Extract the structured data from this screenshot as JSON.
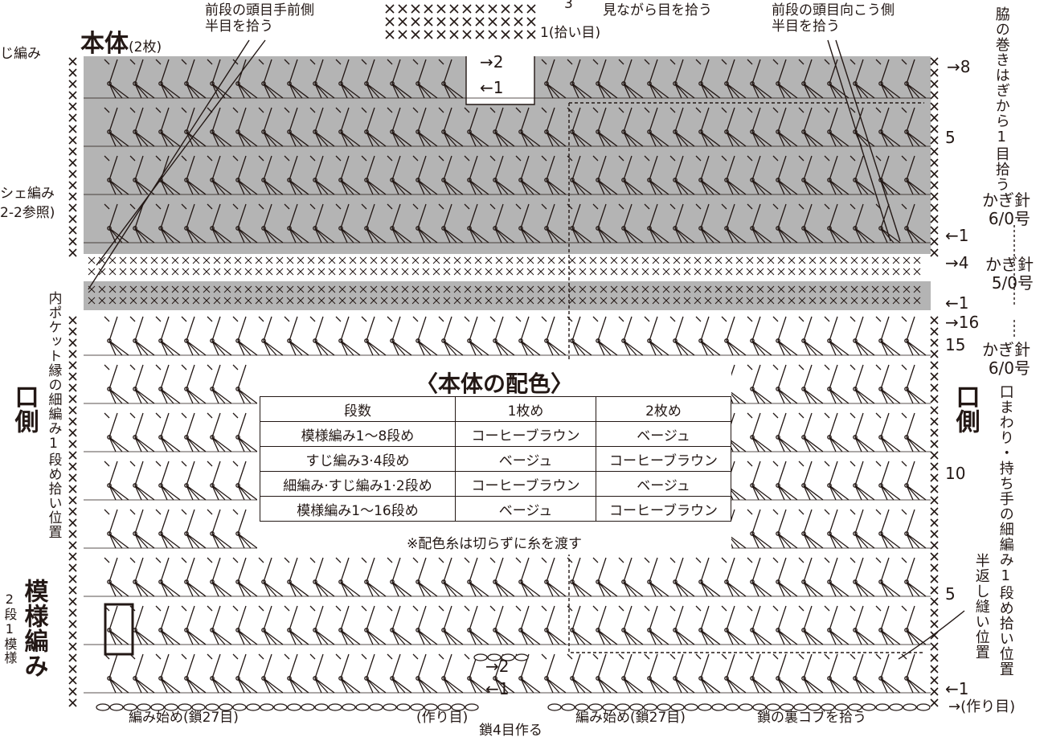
{
  "title": "本体",
  "title_count": "(2枚)",
  "labels": {
    "top_left_note": "前段の頭目手前側\n半目を拾う",
    "top_mid_note": "見ながら目を拾う",
    "top_right_note": "前段の頭目向こう側\n半目を拾う",
    "side_top_right": "脇の巻きはぎから1目拾う",
    "left_edge_top": "じ編み",
    "left_mid1": "シェ編み",
    "left_mid2": "2-2参照)",
    "left_pocket": "内ポケット縁の細編み1段め拾い位置",
    "left_side": "口側",
    "right_side": "口側",
    "right_vertical": "口まわり・持ち手の細編み1段め拾い位置",
    "half_back": "半返し縫い位置",
    "pattern_title": "模様編み",
    "pattern_sub": "2段1模様",
    "hook_1": "かぎ針\n6/0号",
    "hook_2": "かぎ針\n5/0号",
    "hook_3": "かぎ針\n6/0号",
    "start_left": "編み始め(鎖27目)",
    "start_right": "編み始め(鎖27目)",
    "foundation_mid": "(作り目)",
    "foundation_right": "→(作り目)",
    "chain4": "鎖4目作る",
    "back_bump": "鎖の裏コブを拾う",
    "pick_row": "1(拾い目)",
    "row_3": "3",
    "row_2_top": "→2",
    "row_1_top": "←1",
    "row_8": "→8",
    "row_5_top": "5",
    "row_1_a": "←1",
    "row_4": "→4",
    "row_1_b": "←1",
    "row_16": "→16",
    "row_15": "15",
    "row_10": "10",
    "row_5_bot": "5",
    "row_2_bot": "→2",
    "row_1_bot": "←1",
    "row_1_right": "←1"
  },
  "legend": {
    "title": "〈本体の配色〉",
    "headers": [
      "段数",
      "1枚め",
      "2枚め"
    ],
    "rows": [
      [
        "模様編み1〜8段め",
        "コーヒーブラウン",
        "ベージュ"
      ],
      [
        "すじ編み3·4段め",
        "ベージュ",
        "コーヒーブラウン"
      ],
      [
        "細編み·すじ編み1·2段め",
        "コーヒーブラウン",
        "ベージュ"
      ],
      [
        "模様編み1〜16段め",
        "ベージュ",
        "コーヒーブラウン"
      ]
    ],
    "note": "※配色糸は切らずに糸を渡す"
  },
  "colors": {
    "shade": "#b4b4b4",
    "ink": "#231815",
    "white": "#ffffff"
  }
}
